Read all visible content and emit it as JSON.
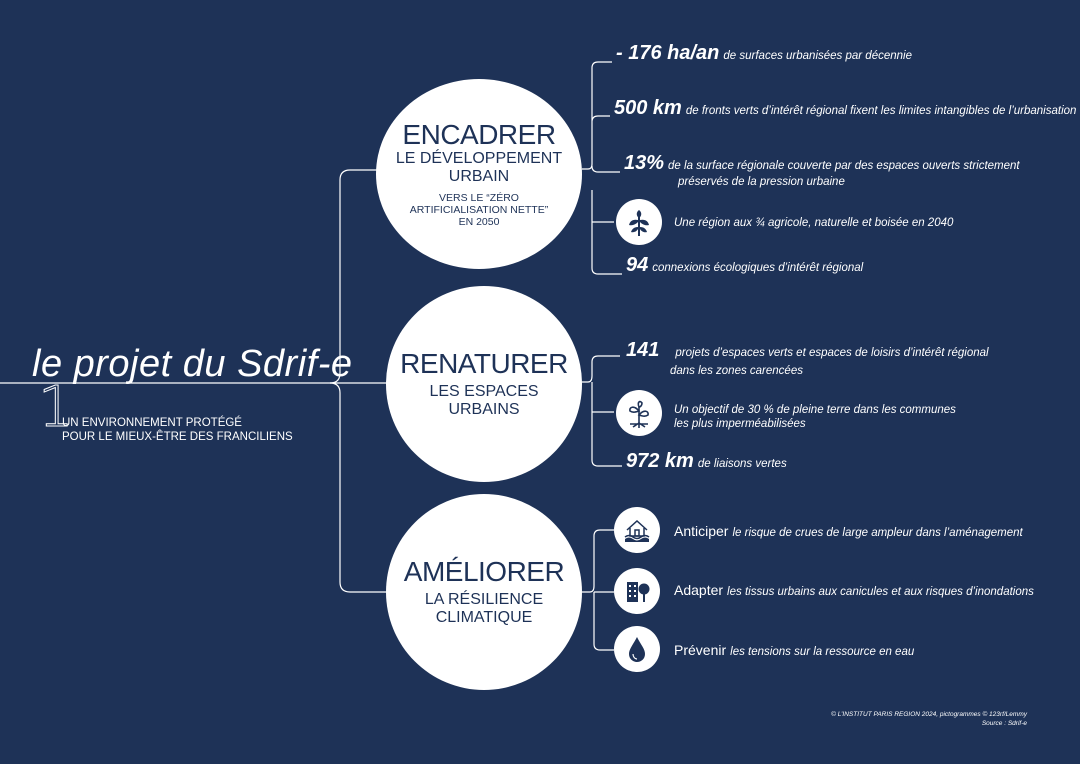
{
  "title": "le projet du Sdrif-e",
  "numeral": "1",
  "subtitle_lines": [
    "UN ENVIRONNEMENT PROTÉGÉ",
    "POUR LE MIEUX-ÊTRE DES FRANCILIENS"
  ],
  "axes": [
    {
      "head": "ENCADRER",
      "sub_lines": [
        "LE DÉVELOPPEMENT",
        "URBAIN"
      ],
      "note_lines": [
        "VERS LE “ZÉRO",
        "ARTIFICIALISATION NETTE”",
        "EN 2050"
      ],
      "items": [
        {
          "big": "- 176 ha/an",
          "text": "de surfaces urbanisées par décennie"
        },
        {
          "big": "500 km",
          "text": "de fronts verts d’intérêt régional fixent les limites intangibles de l’urbanisation"
        },
        {
          "big": "13%",
          "text": "de la surface régionale couverte par des espaces ouverts strictement",
          "text2": "préservés de la pression urbaine"
        },
        {
          "icon": "tree-icon",
          "text": "Une région aux ¾ agricole, naturelle et boisée en 2040"
        },
        {
          "big": "94",
          "text": "connexions écologiques d’intérêt régional"
        }
      ]
    },
    {
      "head": "RENATURER",
      "sub_lines": [
        "LES ESPACES",
        "URBAINS"
      ],
      "items": [
        {
          "big": "141",
          "text": "projets d’espaces verts et espaces de loisirs d’intérêt régional",
          "text2": "dans les zones carencées"
        },
        {
          "icon": "sprout-icon",
          "text": "Un objectif de 30 % de pleine terre dans les communes",
          "text2": "les plus imperméabilisées"
        },
        {
          "big": "972 km",
          "text": "de liaisons vertes"
        }
      ]
    },
    {
      "head": "AMÉLIORER",
      "sub_lines": [
        "LA RÉSILIENCE",
        "CLIMATIQUE"
      ],
      "items": [
        {
          "icon": "flood-house-icon",
          "keyword": "Anticiper",
          "text": "le risque de crues de large ampleur dans l’aménagement"
        },
        {
          "icon": "building-tree-icon",
          "keyword": "Adapter",
          "text": "les tissus urbains aux canicules et aux risques d’inondations"
        },
        {
          "icon": "water-drop-icon",
          "keyword": "Prévenir",
          "text": "les tensions sur la ressource en eau"
        }
      ]
    }
  ],
  "credit_lines": [
    "© L’INSTITUT PARIS REGION 2024, pictogrammes © 123rf/Lemmy",
    "Source : Sdrif-e"
  ],
  "colors": {
    "background": "#1e3257",
    "foreground": "#ffffff"
  }
}
